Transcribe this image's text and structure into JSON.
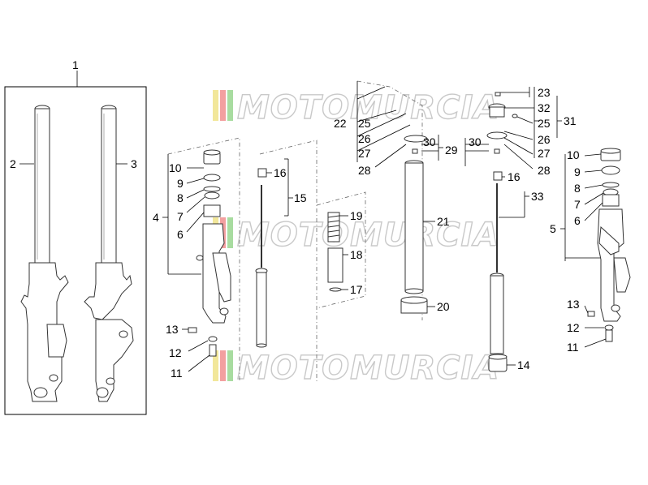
{
  "colors": {
    "background": "#ffffff",
    "line": "#000000",
    "watermark_stroke": "#c9c9c9",
    "stripe_yellow": "#f2e79a",
    "stripe_red": "#f3a0a0",
    "stripe_green": "#a8dca0"
  },
  "watermark": {
    "text": "MOTOMURCIA"
  },
  "labels": {
    "l1": "1",
    "l2": "2",
    "l3": "3",
    "l4": "4",
    "l5": "5",
    "l6a": "6",
    "l6b": "6",
    "l7a": "7",
    "l7b": "7",
    "l8a": "8",
    "l8b": "8",
    "l9a": "9",
    "l9b": "9",
    "l10a": "10",
    "l10b": "10",
    "l11a": "11",
    "l11b": "11",
    "l12a": "12",
    "l12b": "12",
    "l13a": "13",
    "l13b": "13",
    "l14": "14",
    "l15": "15",
    "l16a": "16",
    "l16b": "16",
    "l17": "17",
    "l18": "18",
    "l19": "19",
    "l20": "20",
    "l21": "21",
    "l22": "22",
    "l23": "23",
    "l25a": "25",
    "l25b": "25",
    "l26a": "26",
    "l26b": "26",
    "l27a": "27",
    "l27b": "27",
    "l28a": "28",
    "l28b": "28",
    "l29": "29",
    "l30a": "30",
    "l30b": "30",
    "l31": "31",
    "l32": "32",
    "l33": "33"
  }
}
